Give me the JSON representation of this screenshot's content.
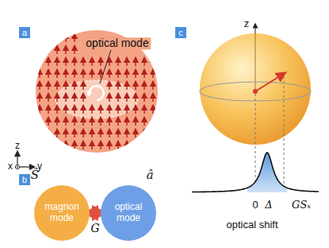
{
  "diagram": {
    "nodes": [
      {
        "text": [
          "Ŝ",
          "magnon mode"
        ]
      },
      {
        "text": [
          "â",
          "optical mode"
        ]
      }
    ],
    "edges": [
      {
        "from": 0,
        "to": 1,
        "arrow": "both",
        "label": "G"
      }
    ],
    "labels": [
      "a",
      "b",
      "c",
      "optical mode",
      "z",
      "y",
      "x",
      "z",
      "0",
      "Δ",
      "GSₓ",
      "optical shift"
    ]
  }
}
